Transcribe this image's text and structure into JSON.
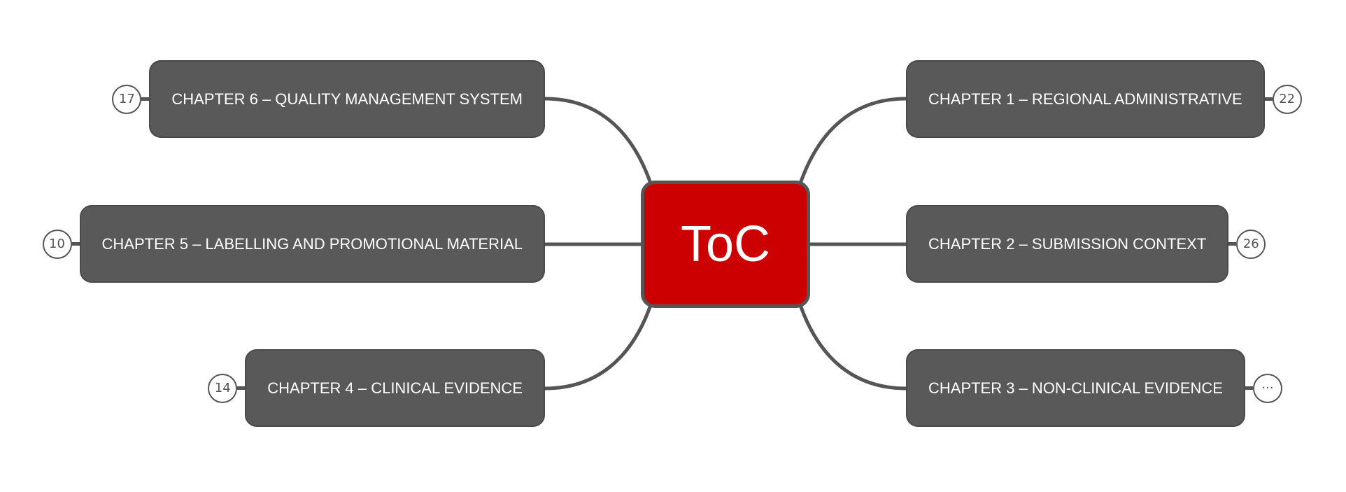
{
  "root": {
    "label": "ToC",
    "color": "#cc0000"
  },
  "nodes": [
    {
      "label": "CHAPTER 1 – REGIONAL ADMINISTRATIVE",
      "badge": "22"
    },
    {
      "label": "CHAPTER 2 – SUBMISSION CONTEXT",
      "badge": "26"
    },
    {
      "label": "CHAPTER 3 – NON-CLINICAL EVIDENCE",
      "badge": "···"
    },
    {
      "label": "CHAPTER 4 – CLINICAL EVIDENCE",
      "badge": "14"
    },
    {
      "label": "CHAPTER 5 – LABELLING AND PROMOTIONAL MATERIAL",
      "badge": "10"
    },
    {
      "label": "CHAPTER 6 – QUALITY MANAGEMENT SYSTEM",
      "badge": "17"
    }
  ]
}
